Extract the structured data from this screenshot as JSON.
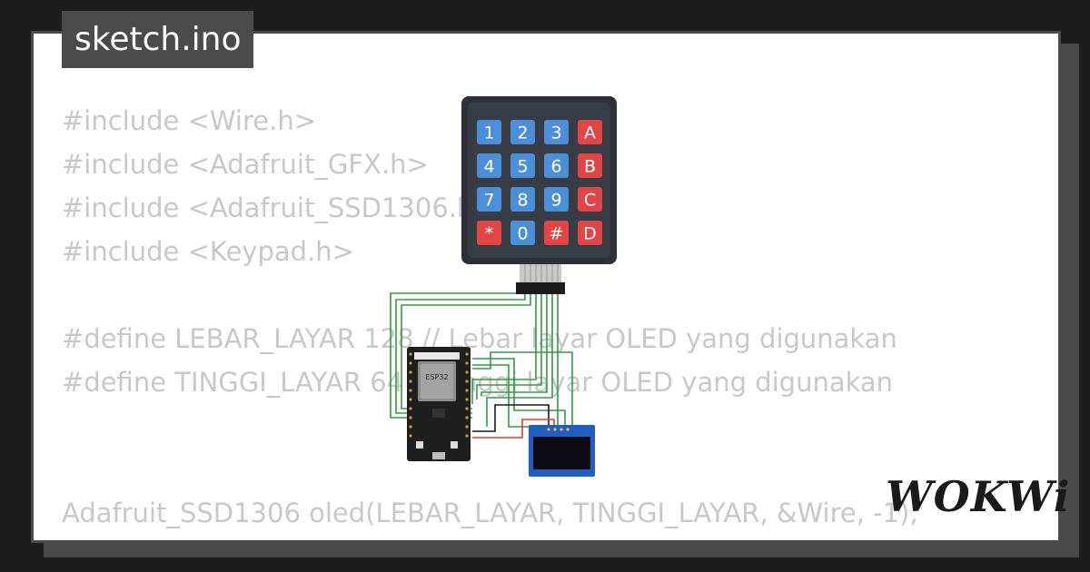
{
  "title": "sketch.ino",
  "code_lines": [
    "#include <Wire.h>",
    "#include <Adafruit_GFX.h>",
    "#include <Adafruit_SSD1306.h>",
    "#include <Keypad.h>",
    "",
    "#define LEBAR_LAYAR 128 // Lebar layar OLED yang digunakan",
    "#define TINGGI_LAYAR 64 // Tinggi layar OLED yang digunakan",
    "",
    "",
    "Adafruit_SSD1306 oled(LEBAR_LAYAR, TINGGI_LAYAR, &Wire, -1);"
  ],
  "keypad": {
    "keys": [
      [
        "1",
        "2",
        "3",
        "A"
      ],
      [
        "4",
        "5",
        "6",
        "B"
      ],
      [
        "7",
        "8",
        "9",
        "C"
      ],
      [
        "*",
        "0",
        "#",
        "D"
      ]
    ]
  },
  "esp32": {
    "label": "ESP32"
  },
  "logo": {
    "text": "WOKWi"
  },
  "colors": {
    "key_blue": "#4a8fd8",
    "key_red": "#e24545",
    "wire_green": "#2e9e3e",
    "wire_red": "#e03a2f",
    "code_text": "#c8c8c8"
  }
}
